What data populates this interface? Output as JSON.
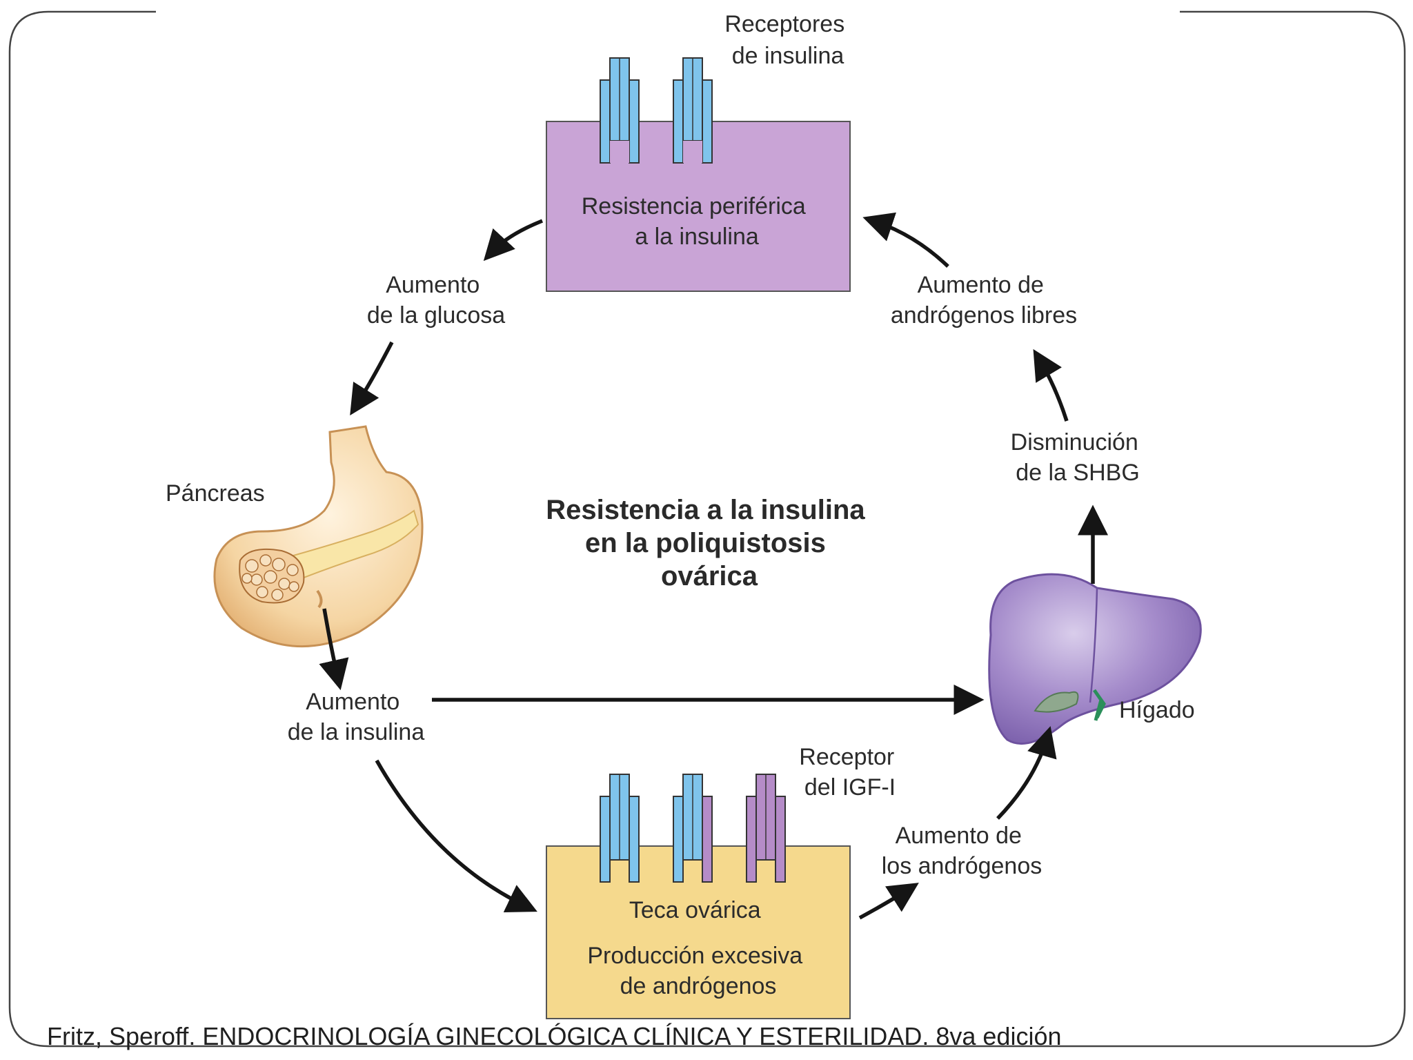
{
  "diagram": {
    "title": [
      "Resistencia a la insulina",
      "en la poliquistosis",
      "ovárica"
    ],
    "receptors_insulin_label": [
      "Receptores",
      "de insulina"
    ],
    "peripheral_box": [
      "Resistencia periférica",
      "a la insulina"
    ],
    "glucose_label": [
      "Aumento",
      "de la glucosa"
    ],
    "pancreas_label": "Páncreas",
    "insulin_label": [
      "Aumento",
      "de la insulina"
    ],
    "receptor_igf_label": [
      "Receptor",
      "del IGF-I"
    ],
    "theca_box": [
      "Teca ovárica",
      "Producción excesiva",
      "de andrógenos"
    ],
    "androgens_increase_label": [
      "Aumento de",
      "los andrógenos"
    ],
    "liver_label": "Hígado",
    "shbg_label": [
      "Disminución",
      "de la SHBG"
    ],
    "free_androgens_label": [
      "Aumento de",
      "andrógenos libres"
    ]
  },
  "citation": "Fritz, Speroff. ENDOCRINOLOGÍA GINECOLÓGICA CLÍNICA Y ESTERILIDAD. 8va edición",
  "colors": {
    "peripheral_box_fill": "#c9a4d6",
    "theca_box_fill": "#f5d98d",
    "receptor_blue": "#7fc4ec",
    "receptor_purple": "#b58cc8",
    "liver_fill": "#9e84c6",
    "pancreas_fill": "#f6d7a6"
  }
}
